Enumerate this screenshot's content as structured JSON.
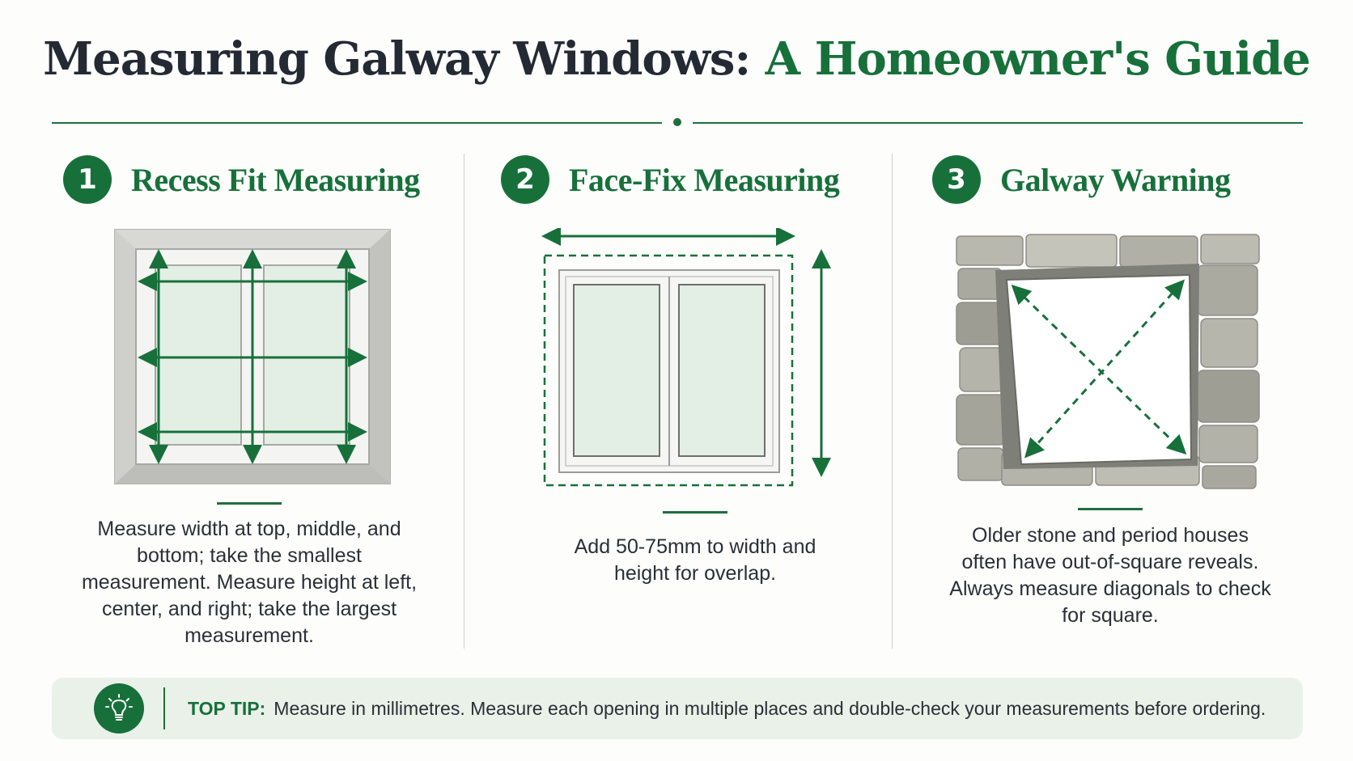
{
  "header": {
    "title_dark": "Measuring Galway Windows:",
    "title_green": "A Homeowner's Guide"
  },
  "steps": [
    {
      "number": "1",
      "title": "Recess Fit Measuring",
      "description": "Measure width at top, middle, and bottom; take the smallest measurement. Measure height at left, center, and right; take the largest measurement."
    },
    {
      "number": "2",
      "title": "Face-Fix Measuring",
      "description": "Add 50-75mm to width and height for overlap."
    },
    {
      "number": "3",
      "title": "Galway Warning",
      "description": "Older stone and period houses often have out-of-square reveals. Always measure diagonals to check for square."
    }
  ],
  "tip": {
    "label": "TOP TIP:",
    "text": "Measure in millimetres. Measure each opening in multiple places and double-check your measurements before ordering.",
    "icon": "lightbulb-icon"
  },
  "colors": {
    "accent_green": "#17703a",
    "title_dark": "#232a33",
    "tip_background": "#e9f1e9"
  }
}
